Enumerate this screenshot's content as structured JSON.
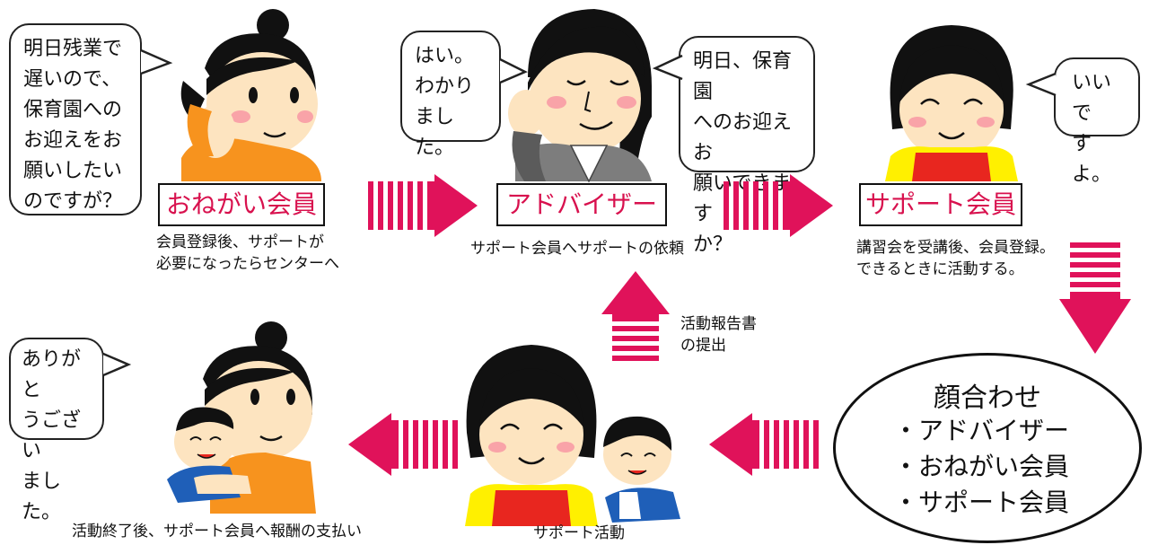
{
  "bubbles": {
    "request": [
      "明日残業で",
      "遅いので、",
      "保育園への",
      "お迎えをお",
      "願いしたい",
      "のですが？"
    ],
    "advisor_reply": [
      "はい。",
      "わかり",
      "ました。"
    ],
    "advisor_ask": [
      "明日、保育園",
      "へのお迎えお",
      "願いできます",
      "か？"
    ],
    "support_reply": [
      "いいで",
      "すよ。"
    ],
    "thanks": [
      "ありがと",
      "うござい",
      "ました。"
    ]
  },
  "roles": {
    "requester": "おねがい会員",
    "advisor": "アドバイザー",
    "supporter": "サポート会員"
  },
  "captions": {
    "requester": [
      "会員登録後、サポートが",
      "必要になったらセンターへ"
    ],
    "advisor": "サポート会員へサポートの依頼",
    "supporter": [
      "講習会を受講後、会員登録。",
      "できるときに活動する。"
    ],
    "report": [
      "活動報告書",
      "の提出"
    ],
    "activity": "サポート活動",
    "payment": "活動終了後、サポート会員へ報酬の支払い"
  },
  "meeting": {
    "title": "顔合わせ",
    "items": [
      "・アドバイザー",
      "・おねがい会員",
      "・サポート会員"
    ]
  },
  "colors": {
    "arrow": "#e0125a",
    "label_text": "#d8114e",
    "skin": "#fde4c0",
    "hair": "#111111",
    "orange": "#f7931e",
    "apron": "#e8261f",
    "shirt_yellow": "#fff000",
    "jacket_gray": "#7d7d7d",
    "child_shirt": "#1f5fb8"
  }
}
